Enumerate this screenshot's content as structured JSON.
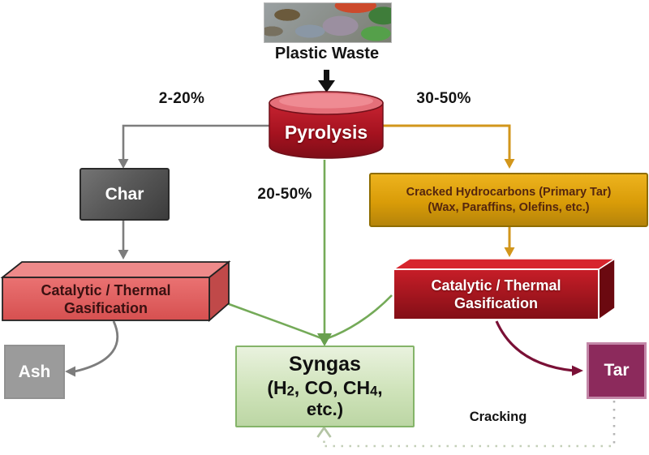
{
  "labels": {
    "plastic_waste": "Plastic Waste",
    "pct_char": "2-20%",
    "pct_gas": "20-50%",
    "pct_tar": "30-50%",
    "cracking": "Cracking"
  },
  "nodes": {
    "pyrolysis": "Pyrolysis",
    "char": "Char",
    "gasification_left": {
      "line1": "Catalytic / Thermal",
      "line2": "Gasification"
    },
    "gasification_right": {
      "line1": "Catalytic / Thermal",
      "line2": "Gasification"
    },
    "cracked_hydrocarbons": {
      "line1": "Cracked Hydrocarbons (Primary Tar)",
      "line2": "(Wax, Paraffins, Olefins, etc.)"
    },
    "syngas": {
      "title": "Syngas",
      "formula_open": "(H",
      "formula_h_sub": "2",
      "formula_mid": ", CO, CH",
      "formula_ch_sub": "4",
      "formula_comma": ",",
      "etc": "etc.)"
    },
    "ash": "Ash",
    "tar": "Tar"
  },
  "colors": {
    "pyrolysis_red": "#b5141f",
    "pyrolysis_top": "#e5707a",
    "gold": "#d2961b",
    "green": "#74aa58",
    "gray": "#7d7d7d",
    "maroon": "#7a1036",
    "salmon_box": "#e06060",
    "dark_red_box": "#a01018",
    "tar_purple": "#8c2a5c",
    "syngas_green": "#cfe3bd",
    "dotted": "#c3cfb7"
  }
}
